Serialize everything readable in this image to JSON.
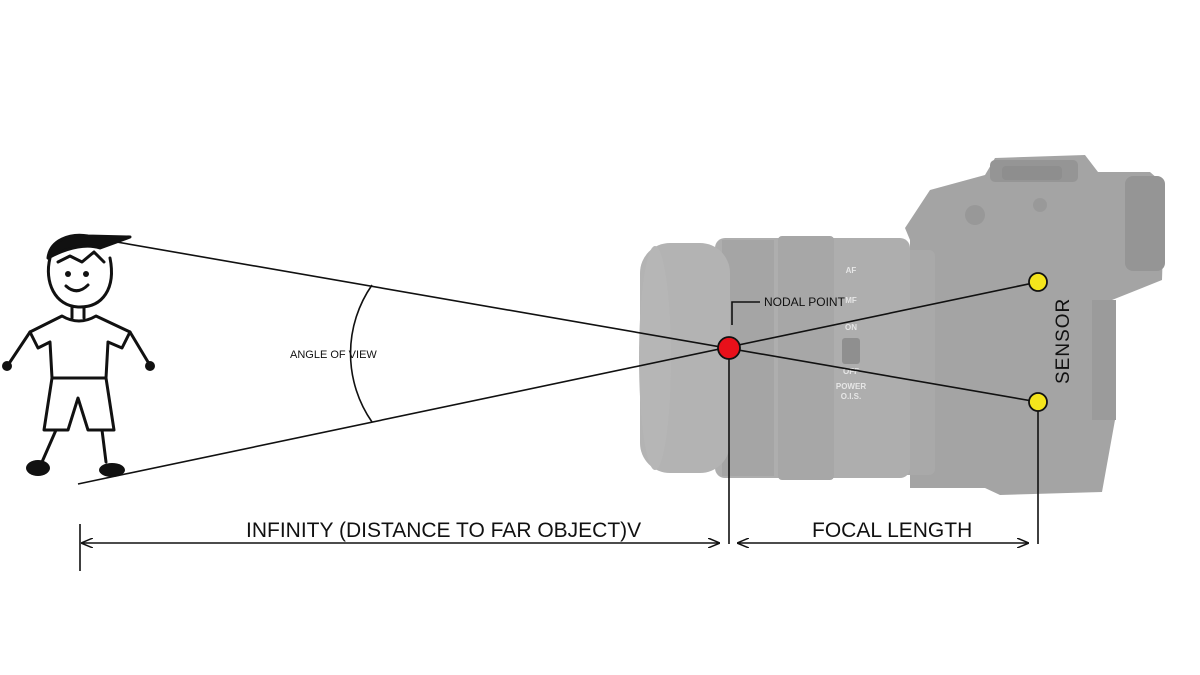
{
  "labels": {
    "angle_of_view": "ANGLE OF VIEW",
    "nodal_point": "NODAL POINT",
    "infinity": "INFINITY (DISTANCE TO FAR OBJECT)V",
    "focal_length": "FOCAL LENGTH",
    "sensor": "SENSOR"
  },
  "camera_markings": {
    "af": "AF",
    "mf": "MF",
    "on": "ON",
    "off": "OFF",
    "power": "POWER",
    "ois": "O.I.S."
  },
  "colors": {
    "nodal_point": "#e8101a",
    "sensor_points": "#f5e51c",
    "lines": "#111111",
    "camera_body": "#7f7f7f"
  },
  "icons": {
    "figure": "stick-figure-boy-icon",
    "camera": "mirrorless-camera-icon"
  }
}
